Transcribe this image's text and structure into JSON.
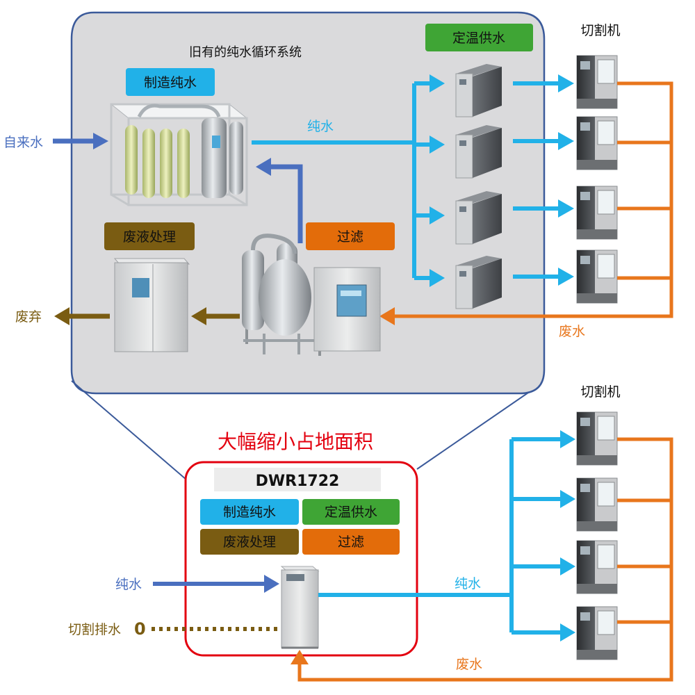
{
  "top": {
    "system_title": "旧有的纯水循环系统",
    "cutter_title": "切割机",
    "labels": {
      "make_pure_water": "制造纯水",
      "constant_temp_supply": "定温供水",
      "waste_treatment": "废液处理",
      "filter": "过滤",
      "tap_water": "自来水",
      "pure_water": "纯水",
      "discard": "废弃",
      "waste_water": "废水"
    }
  },
  "middle": {
    "headline": "大幅缩小占地面积"
  },
  "bottom": {
    "cutter_title": "切割机",
    "model": "DWR1722",
    "labels": {
      "make_pure_water": "制造纯水",
      "constant_temp_supply": "定温供水",
      "waste_treatment": "废液处理",
      "filter": "过滤",
      "pure_water_in": "纯水",
      "pure_water_out": "纯水",
      "cutting_drain": "切割排水",
      "waste_water": "废水"
    }
  },
  "colors": {
    "pure_water": "#21b1e8",
    "inflow": "#4a6fbf",
    "waste": "#e8761c",
    "discard": "#7a5c12",
    "make_pure_water_box": "#21b1e8",
    "constant_temp_box": "#3fa535",
    "waste_treatment_box": "#7a5c12",
    "filter_box": "#e36c0a",
    "headline": "#e3000f",
    "highlight_frame": "#e3000f",
    "old_system_bg": "#dadadc"
  }
}
